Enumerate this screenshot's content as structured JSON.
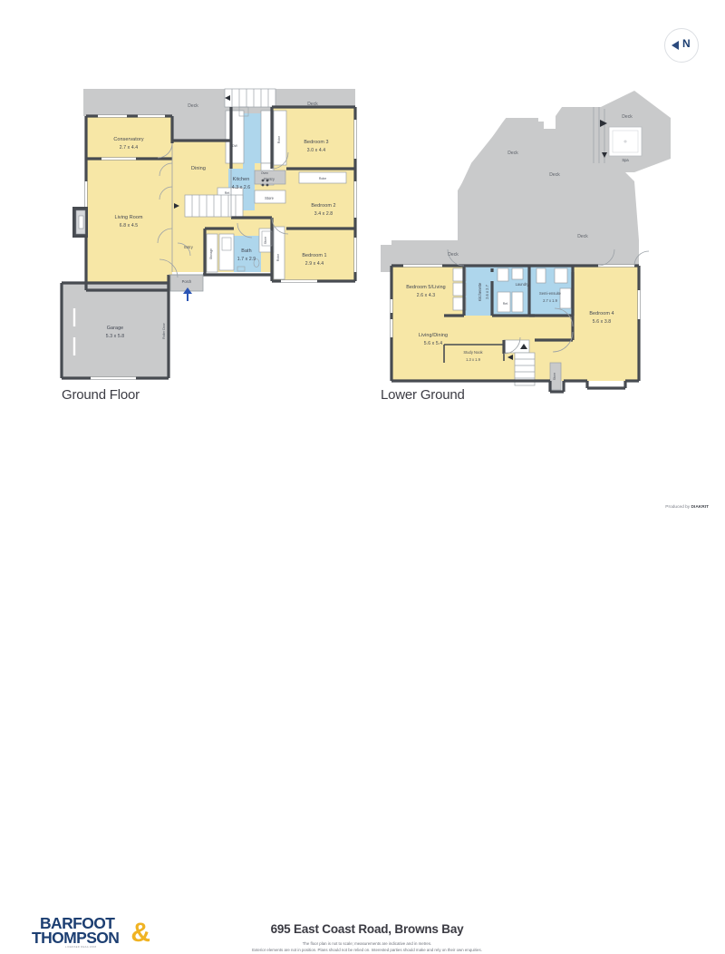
{
  "document": {
    "address": "695 East Coast Road, Browns Bay",
    "disclaimer_line1": "The floor plan is not to scale; measurements are indicative and in metres.",
    "disclaimer_line2": "Exterior elements are not in position. Plans should not be relied on. Interested parties should make and rely on their own enquiries.",
    "produced_by_prefix": "Produced by ",
    "produced_by_brand": "DIAKRIT"
  },
  "brand": {
    "line1": "BARFOOT",
    "line2": "THOMPSON",
    "ampersand": "&",
    "tagline": "LICENSED REAA 2008",
    "navy": "#1d3f72",
    "gold": "#f0b323"
  },
  "compass": {
    "label": "N",
    "direction": "west"
  },
  "colors": {
    "room_fill": "#f7e7a6",
    "wet_fill": "#aed6ec",
    "deck_fill": "#c9cacb",
    "wall": "#474b51",
    "thin_wall": "#9aa0a6",
    "text": "#3f4450",
    "entry_arrow": "#2b55b5"
  },
  "floors": [
    {
      "id": "ground",
      "label": "Ground Floor",
      "rooms": [
        {
          "name": "Conservatory",
          "dim": "2.7 x 4.4",
          "type": "room"
        },
        {
          "name": "Living Room",
          "dim": "6.8 x 4.5",
          "type": "room"
        },
        {
          "name": "Dining",
          "dim": "",
          "type": "room"
        },
        {
          "name": "Kitchen",
          "dim": "4.3 x 2.6",
          "type": "wet"
        },
        {
          "name": "Bedroom 3",
          "dim": "3.0 x 4.4",
          "type": "room"
        },
        {
          "name": "Bedroom 2",
          "dim": "3.4 x 2.8",
          "type": "room"
        },
        {
          "name": "Bedroom 1",
          "dim": "2.9 x 4.4",
          "type": "room"
        },
        {
          "name": "Bath",
          "dim": "1.7 x 2.9",
          "type": "wet"
        },
        {
          "name": "Garage",
          "dim": "5.3 x 5.8",
          "type": "deck"
        },
        {
          "name": "Entry",
          "dim": "",
          "type": "room"
        },
        {
          "name": "Porch",
          "dim": "",
          "type": "deck"
        },
        {
          "name": "Deck",
          "dim": "",
          "type": "deck"
        },
        {
          "name": "Deck",
          "dim": "",
          "type": "deck"
        }
      ],
      "small_labels": [
        "DW",
        "Ref.",
        "Oven",
        "Pantry",
        "Store",
        "Robe",
        "Robe",
        "Robe",
        "Storage",
        "Store",
        "Roller Door"
      ]
    },
    {
      "id": "lower",
      "label": "Lower Ground",
      "rooms": [
        {
          "name": "Bedroom 5/Living",
          "dim": "2.6 x 4.3",
          "type": "room"
        },
        {
          "name": "Living/Dining",
          "dim": "5.6 x 5.4",
          "type": "room"
        },
        {
          "name": "Bedroom 4",
          "dim": "5.6 x 3.8",
          "type": "room"
        },
        {
          "name": "Kitchenette",
          "dim": "2.6 x 2.7",
          "type": "wet"
        },
        {
          "name": "Laundry",
          "dim": "",
          "type": "wet"
        },
        {
          "name": "Semi-ensuite",
          "dim": "2.7 x 1.9",
          "type": "wet"
        },
        {
          "name": "Study Nook",
          "dim": "1.3 x 1.9",
          "type": "room"
        },
        {
          "name": "Spa",
          "dim": "",
          "type": "deck"
        },
        {
          "name": "Deck",
          "dim": "",
          "type": "deck"
        },
        {
          "name": "Deck",
          "dim": "",
          "type": "deck"
        },
        {
          "name": "Deck",
          "dim": "",
          "type": "deck"
        },
        {
          "name": "Deck",
          "dim": "",
          "type": "deck"
        },
        {
          "name": "Deck",
          "dim": "",
          "type": "deck"
        }
      ],
      "small_labels": [
        "Ref.",
        "Store"
      ]
    }
  ],
  "labels": {
    "ground_floor": "Ground Floor",
    "lower_ground": "Lower Ground",
    "conservatory": "Conservatory",
    "conservatory_dim": "2.7 x 4.4",
    "living_room": "Living Room",
    "living_room_dim": "6.8 x 4.5",
    "dining": "Dining",
    "kitchen": "Kitchen",
    "kitchen_dim": "4.3 x 2.6",
    "bedroom3": "Bedroom 3",
    "bedroom3_dim": "3.0 x 4.4",
    "bedroom2": "Bedroom 2",
    "bedroom2_dim": "3.4 x 2.8",
    "bedroom1": "Bedroom 1",
    "bedroom1_dim": "2.9 x 4.4",
    "bath": "Bath",
    "bath_dim": "1.7 x 2.9",
    "garage": "Garage",
    "garage_dim": "5.3 x 5.8",
    "entry": "Entry",
    "porch": "Porch",
    "deck": "Deck",
    "dw": "DW",
    "ref": "Ref.",
    "oven": "Oven",
    "pantry": "Pantry",
    "store": "Store",
    "robe": "Robe",
    "storage": "Storage",
    "roller_door": "Roller Door",
    "bedroom5living": "Bedroom 5/Living",
    "bedroom5living_dim": "2.6 x 4.3",
    "living_dining": "Living/Dining",
    "living_dining_dim": "5.6 x 5.4",
    "bedroom4": "Bedroom 4",
    "bedroom4_dim": "5.6 x 3.8",
    "kitchenette": "Kitchenette",
    "kitchenette_dim": "2.6 x 2.7",
    "laundry": "Laundry",
    "semi_ensuite": "Semi-ensuite",
    "semi_ensuite_dim": "2.7 x 1.9",
    "study_nook": "Study Nook",
    "study_nook_dim": "1.3 x 1.9",
    "spa": "Spa"
  }
}
